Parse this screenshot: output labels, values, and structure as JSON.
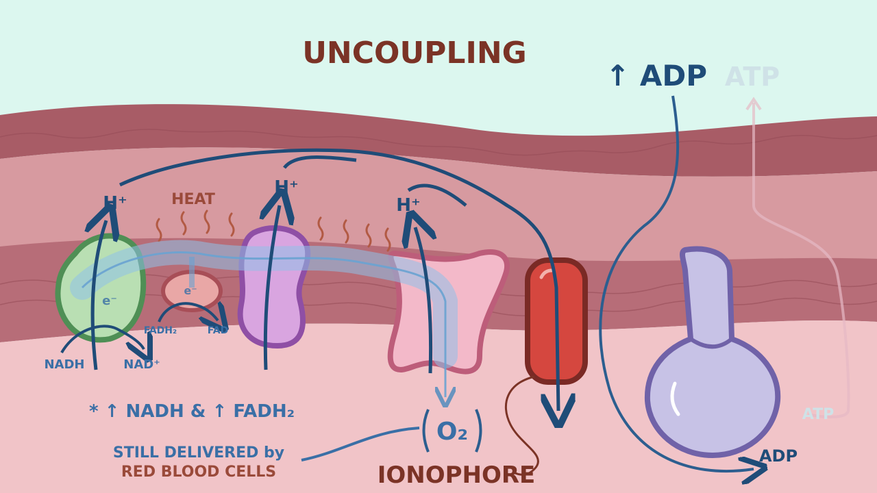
{
  "title": "UNCOUPLING",
  "labels": {
    "h_plus_1": "H⁺",
    "h_plus_2": "H⁺",
    "h_plus_3": "H⁺",
    "heat": "HEAT",
    "electron_1": "e⁻",
    "electron_2": "e⁻",
    "nadh": "NADH",
    "nad_plus": "NAD⁺",
    "fadh2": "FADH₂",
    "fad": "FAD",
    "o2": "O₂",
    "ionophore": "IONOPHORE",
    "adp_top": "↑ ADP",
    "atp_top_faded": "ATP",
    "atp_faded": "ATP",
    "adp_bottom": "ADP"
  },
  "notes": {
    "increase_line": "* ↑ NADH & ↑ FADH₂",
    "still_delivered": "STILL DELIVERED by",
    "red_blood_cells": "RED BLOOD CELLS"
  },
  "colors": {
    "background_top": "#dcf7ef",
    "membrane_outer": "#a85c66",
    "membrane_inner": "#cf8f96",
    "matrix": "#f1c4c8",
    "complex_1": "#b9dfb3",
    "complex_2": "#e9a7a6",
    "complex_3": "#d9a5e0",
    "complex_4": "#f3b9c9",
    "ionophore": "#d5473f",
    "atp_synthase": "#c7c2e6",
    "arrow_navy": "#1f4c78"
  }
}
